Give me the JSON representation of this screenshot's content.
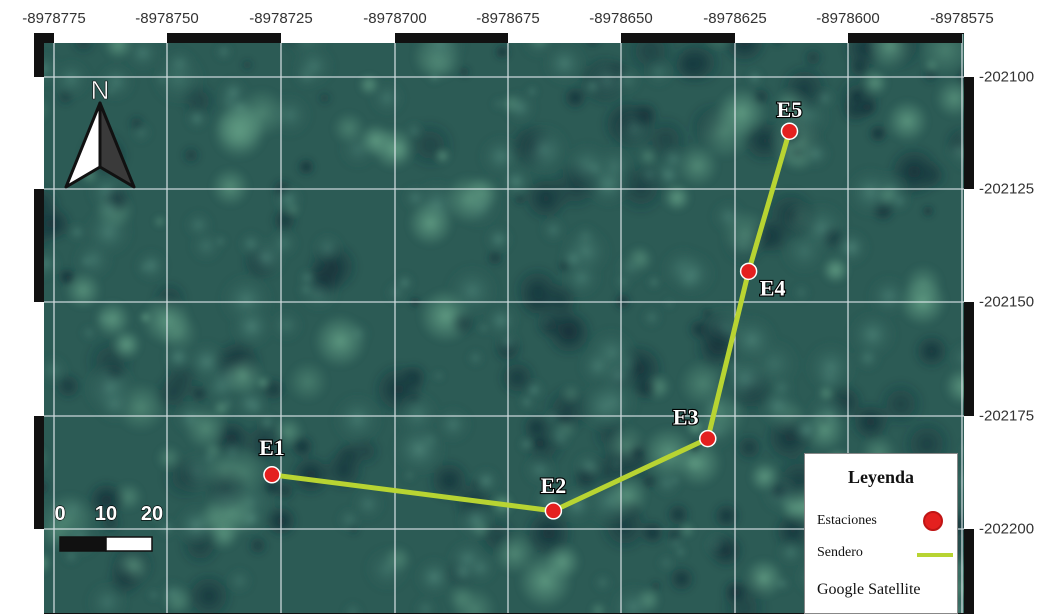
{
  "axes": {
    "x_ticks": [
      "-8978775",
      "-8978750",
      "-8978725",
      "-8978700",
      "-8978675",
      "-8978650",
      "-8978625",
      "-8978600",
      "-8978575"
    ],
    "y_ticks": [
      "-202100",
      "-202125",
      "-202150",
      "-202175",
      "-202200"
    ]
  },
  "north_arrow": {
    "label": "N"
  },
  "scale_bar": {
    "labels": [
      "0",
      "10",
      "20"
    ]
  },
  "stations": [
    {
      "label": "E1",
      "x": -8978727,
      "y": -202188
    },
    {
      "label": "E2",
      "x": -8978665,
      "y": -202196
    },
    {
      "label": "E3",
      "x": -8978631,
      "y": -202180
    },
    {
      "label": "E4",
      "x": -8978622,
      "y": -202143
    },
    {
      "label": "E5",
      "x": -8978613,
      "y": -202112
    }
  ],
  "legend": {
    "title": "Leyenda",
    "stations_label": "Estaciones",
    "trail_label": "Sendero",
    "basemap_label": "Google Satellite"
  },
  "colors": {
    "station": "#e4201f",
    "trail": "#b8d432",
    "canopy": "#2c5b55",
    "grid": "#e8eef2"
  }
}
